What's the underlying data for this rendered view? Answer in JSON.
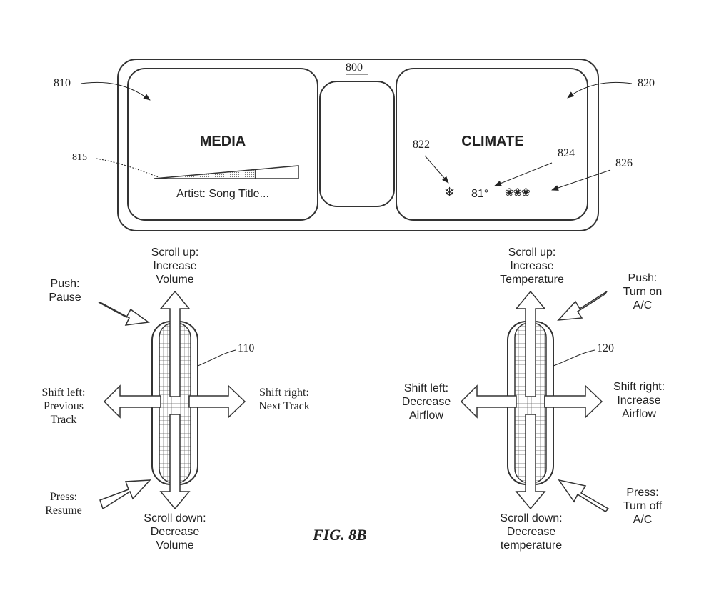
{
  "display": {
    "ref": "800",
    "media": {
      "ref": "810",
      "title": "MEDIA",
      "progress_ref": "815",
      "progress": 0.7,
      "track_text": "Artist: Song Title..."
    },
    "climate": {
      "ref": "820",
      "title": "CLIMATE",
      "ac_icon_ref": "822",
      "ac_icon": "snowflake-icon",
      "temperature_ref": "824",
      "temperature": "81°",
      "fan_ref": "826",
      "fan_icon": "fan-icon"
    }
  },
  "wheels": {
    "left": {
      "ref": "110",
      "scroll_up": [
        "Scroll up:",
        "Increase",
        "Volume"
      ],
      "scroll_down": [
        "Scroll down:",
        "Decrease",
        "Volume"
      ],
      "push": [
        "Push:",
        "Pause"
      ],
      "press": [
        "Press:",
        "Resume"
      ],
      "shift_left": [
        "Shift left:",
        "Previous",
        "Track"
      ],
      "shift_right": [
        "Shift right:",
        "Next Track"
      ]
    },
    "right": {
      "ref": "120",
      "scroll_up": [
        "Scroll up:",
        "Increase",
        "Temperature"
      ],
      "scroll_down": [
        "Scroll down:",
        "Decrease",
        "temperature"
      ],
      "push": [
        "Push:",
        "Turn on",
        "A/C"
      ],
      "press": [
        "Press:",
        "Turn off",
        "A/C"
      ],
      "shift_left": [
        "Shift left:",
        "Decrease",
        "Airflow"
      ],
      "shift_right": [
        "Shift right:",
        "Increase",
        "Airflow"
      ]
    }
  },
  "caption": "FIG. 8B"
}
